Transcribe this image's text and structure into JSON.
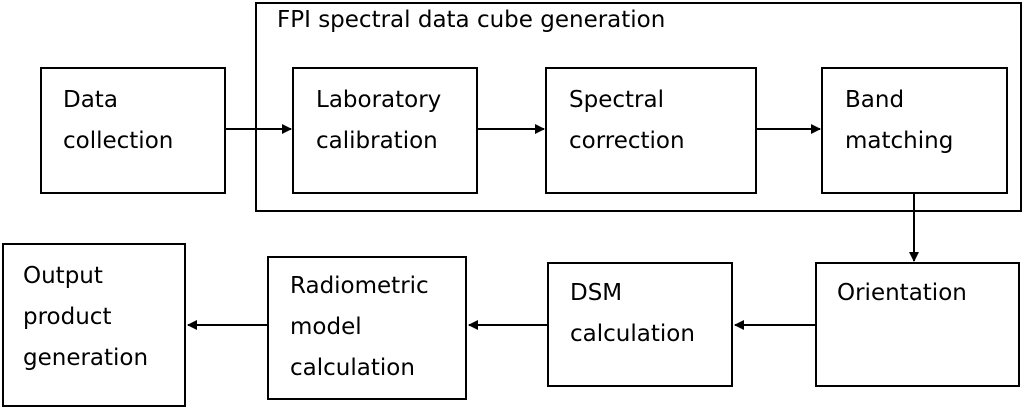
{
  "group": {
    "title": "FPI spectral data cube generation"
  },
  "nodes": {
    "data_collection": "Data\ncollection",
    "laboratory_calibration": "Laboratory\ncalibration",
    "spectral_correction": "Spectral\ncorrection",
    "band_matching": "Band\nmatching",
    "orientation": "Orientation",
    "dsm_calculation": "DSM\ncalculation",
    "radiometric_model_calculation": "Radiometric\nmodel\ncalculation",
    "output_product_generation": "Output\nproduct\ngeneration"
  },
  "colors": {
    "stroke": "#000000",
    "background": "#ffffff"
  }
}
